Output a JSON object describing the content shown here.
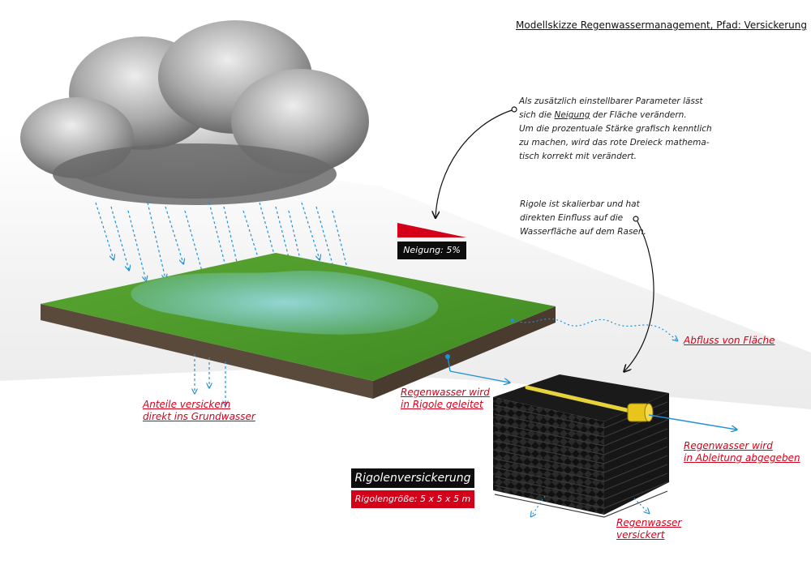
{
  "header": {
    "title": "Modellskizze Regenwassermanagement, Pfad: Versickerung"
  },
  "notes": {
    "slope_note": {
      "lines": [
        "Als zusätzlich einstellbarer Parameter lässt",
        "sich die",
        "Neigung",
        "der Fläche verändern.",
        "Um die prozentuale Stärke grafisch kenntlich",
        "zu machen, wird das rote Dreieck mathema-",
        "tisch korrekt mit verändert."
      ]
    },
    "rigole_note": {
      "lines": [
        "Rigole ist skalierbar und hat",
        "direkten Einfluss auf die",
        "Wasserfläche auf  dem Rasen."
      ]
    }
  },
  "slope": {
    "label": "Neigung: 5%",
    "percent": 5
  },
  "labels": {
    "runoff": "Abfluss von Fläche",
    "groundwater": [
      "Anteile versickern",
      "direkt ins Grundwasser"
    ],
    "to_rigole": [
      "Regenwasser wird",
      "in Rigole geleitet"
    ],
    "drainage": [
      "Regenwasser wird",
      "in Ableitung abgegeben"
    ],
    "infiltrated": [
      "Regenwasser",
      "versickert"
    ]
  },
  "rigole": {
    "title": "Rigolenversickerung",
    "size": "Rigolengröße: 5 x 5 x 5 m"
  },
  "colors": {
    "accent_red": "#d4001a",
    "arrow_blue": "#1e90d8",
    "grass": "#4c9a2a",
    "soil": "#5a4a3c",
    "water": "#7fd3e8"
  },
  "icons": {
    "cloud": "cloud-icon",
    "rain": "rain-arrow-icon",
    "slope_triangle": "slope-triangle-icon",
    "rigole_block": "rigole-block-icon",
    "pipe": "pipe-icon"
  }
}
